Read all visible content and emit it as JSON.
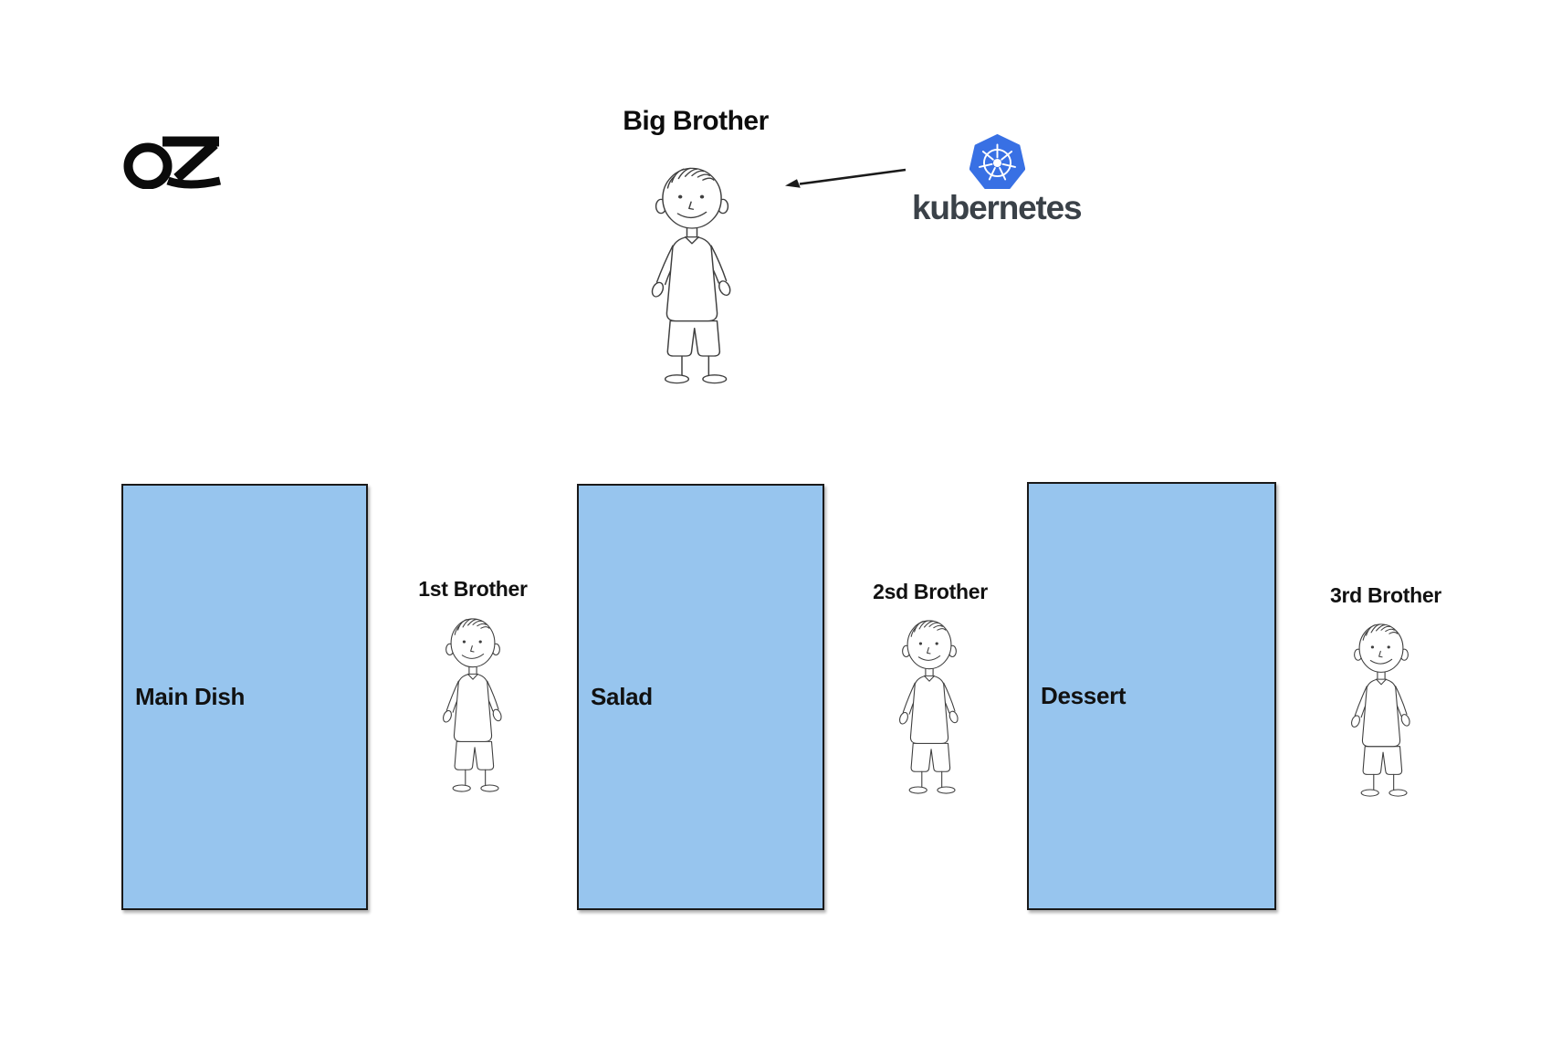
{
  "slide": {
    "brand_logo": "OZ",
    "title": "Big Brother",
    "kubernetes": {
      "wordmark": "kubernetes"
    },
    "dishes": [
      {
        "label": "Main Dish"
      },
      {
        "label": "Salad"
      },
      {
        "label": "Dessert"
      }
    ],
    "brothers": [
      {
        "label": "1st Brother"
      },
      {
        "label": "2sd Brother"
      },
      {
        "label": "3rd Brother"
      }
    ],
    "icons": {
      "kubernetes_icon": "kubernetes-helm-wheel-icon",
      "arrow_icon": "left-arrow",
      "figure_icon": "boy-line-drawing"
    },
    "colors": {
      "dish_fill": "#97C5EE",
      "dish_border": "#1A1A1A",
      "kubernetes_blue": "#3870E4",
      "kubernetes_text": "#3A4148",
      "figure_stroke": "#3F3F3F",
      "title_text": "#0D0D0D"
    }
  }
}
